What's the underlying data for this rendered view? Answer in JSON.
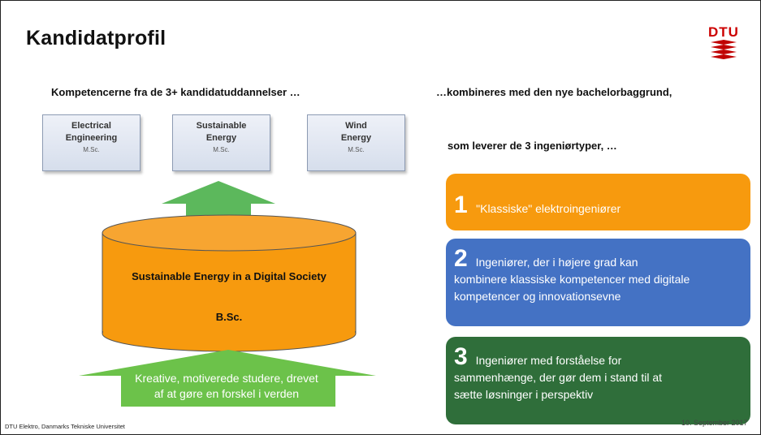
{
  "slide": {
    "title": "Kandidatprofil",
    "logo_text": "DTU",
    "left_heading": "Kompetencerne fra de 3+ kandidatuddannelser …",
    "right_heading": "…kombineres med den nye bachelorbaggrund,",
    "right_subheading": "som leverer de 3 ingeniørtyper, …",
    "programs": [
      {
        "line1": "Electrical",
        "line2": "Engineering",
        "degree": "M.Sc."
      },
      {
        "line1": "Sustainable",
        "line2": "Energy",
        "degree": "M.Sc."
      },
      {
        "line1": "Wind",
        "line2": "Energy",
        "degree": "M.Sc."
      }
    ],
    "cylinder": {
      "name": "Sustainable Energy in a Digital Society",
      "degree": "B.Sc."
    },
    "bottom_arrow_text_line1": "Kreative, motiverede studere, drevet",
    "bottom_arrow_text_line2": "af at gøre en forskel i verden",
    "cards": [
      {
        "number": "1",
        "text_line1": "\"Klassiske\" elektroingeniører",
        "color": "#f79a0e"
      },
      {
        "number": "2",
        "text_line1": "Ingeniører, der i højere grad kan",
        "text_line2": "kombinere klassiske kompetencer med digitale",
        "text_line3": "kompetencer og innovationsevne",
        "color": "#4472c4"
      },
      {
        "number": "3",
        "text_line1": "Ingeniører med forståelse for",
        "text_line2": "sammenhænge, der gør dem i stand til at",
        "text_line3": "sætte løsninger i perspektiv",
        "color": "#2f6e3a"
      }
    ],
    "footer": "DTU Elektro, Danmarks Tekniske Universitet",
    "date": "10. September 2017"
  },
  "colors": {
    "orange": "#f79a0e",
    "green_arrow": "#5cb85c",
    "blue": "#4472c4",
    "dark_green": "#2f6e3a",
    "dtu_red": "#c00000"
  }
}
